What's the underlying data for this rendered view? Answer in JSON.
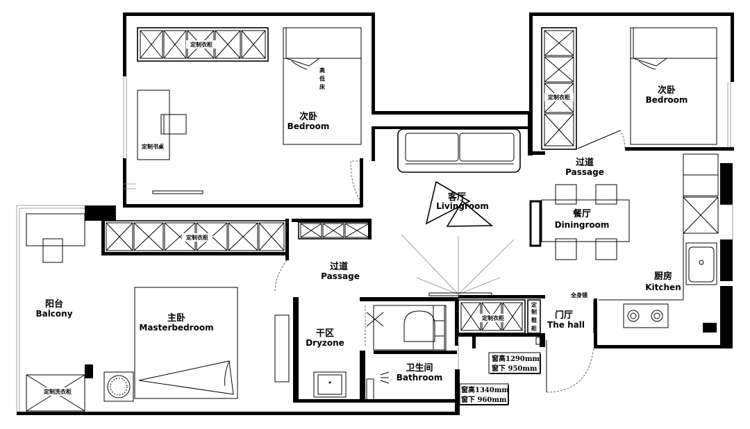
{
  "rooms": {
    "bedroom_left": {
      "cn": "次卧",
      "en": "Bedroom",
      "bed_label": "高低床"
    },
    "bedroom_right": {
      "cn": "次卧",
      "en": "Bedroom"
    },
    "living": {
      "cn": "客厅",
      "en": "Livingroom"
    },
    "passage_top": {
      "cn": "过道",
      "en": "Passage"
    },
    "passage_mid": {
      "cn": "过道",
      "en": "Passage"
    },
    "dining": {
      "cn": "餐厅",
      "en": "Diningroom"
    },
    "kitchen": {
      "cn": "厨房",
      "en": "Kitchen"
    },
    "balcony": {
      "cn": "阳台",
      "en": "Balcony"
    },
    "master": {
      "cn": "主卧",
      "en": "Masterbedroom"
    },
    "dryzone": {
      "cn": "干区",
      "en": "Dryzone"
    },
    "bathroom": {
      "cn": "卫生间",
      "en": "Bathroom"
    },
    "hall": {
      "cn": "门厅",
      "en": "The hall"
    }
  },
  "furniture": {
    "wardrobe_bedroom_left": "定制衣柜",
    "desk": "定制书桌",
    "wardrobe_bedroom_right": "定制衣柜",
    "wardrobe_master": "定制衣柜",
    "wardrobe_hall": "定制衣柜",
    "shoe_cabinet_lines": [
      "定",
      "制",
      "鞋",
      "柜"
    ],
    "mirror": "全身镜",
    "laundry_cabinet": "定制洗衣柜"
  },
  "window_notes": {
    "hall": {
      "height": "窗高1290mm",
      "sill": "窗下 950mm"
    },
    "bathroom": {
      "height": "窗高1340mm",
      "sill": "窗下 960mm"
    }
  }
}
